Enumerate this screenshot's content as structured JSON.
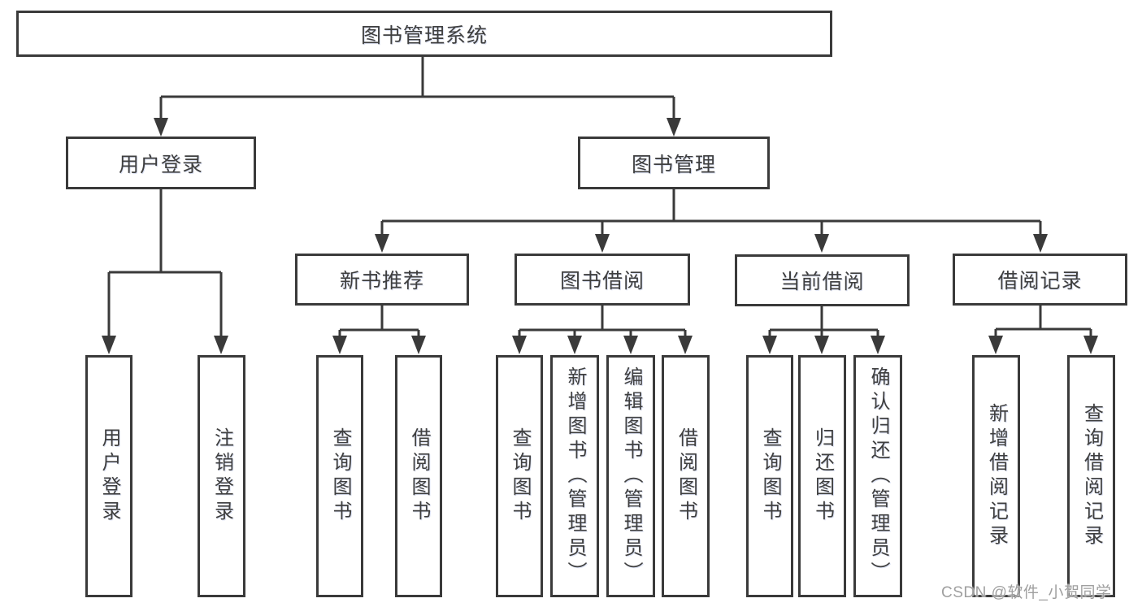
{
  "diagram_title": "图书管理系统",
  "nodes": {
    "root": {
      "label": "图书管理系统"
    },
    "user_login": {
      "label": "用户登录"
    },
    "book_mgmt": {
      "label": "图书管理"
    },
    "new_book_rec": {
      "label": "新书推荐"
    },
    "book_borrow": {
      "label": "图书借阅"
    },
    "current_borrow": {
      "label": "当前借阅"
    },
    "borrow_record": {
      "label": "借阅记录"
    },
    "leaf_user_login": {
      "label": "用户登录"
    },
    "leaf_logout": {
      "label": "注销登录"
    },
    "leaf_query_book_newbook": {
      "label": "查询图书"
    },
    "leaf_borrow_book_newbook": {
      "label": "借阅图书"
    },
    "leaf_query_book_borrow": {
      "label": "查询图书"
    },
    "leaf_add_book_admin": {
      "label": "新增图书（管理员）"
    },
    "leaf_edit_book_admin": {
      "label": "编辑图书（管理员）"
    },
    "leaf_borrow_book_borrow": {
      "label": "借阅图书"
    },
    "leaf_query_book_current": {
      "label": "查询图书"
    },
    "leaf_return_book": {
      "label": "归还图书"
    },
    "leaf_confirm_return_admin": {
      "label": "确认归还（管理员）"
    },
    "leaf_add_borrow_record": {
      "label": "新增借阅记录"
    },
    "leaf_query_borrow_record": {
      "label": "查询借阅记录"
    }
  },
  "hierarchy": {
    "图书管理系统": [
      "用户登录",
      "图书管理"
    ],
    "用户登录": [
      "用户登录",
      "注销登录"
    ],
    "图书管理": [
      "新书推荐",
      "图书借阅",
      "当前借阅",
      "借阅记录"
    ],
    "新书推荐": [
      "查询图书",
      "借阅图书"
    ],
    "图书借阅": [
      "查询图书",
      "新增图书（管理员）",
      "编辑图书（管理员）",
      "借阅图书"
    ],
    "当前借阅": [
      "查询图书",
      "归还图书",
      "确认归还（管理员）"
    ],
    "借阅记录": [
      "新增借阅记录",
      "查询借阅记录"
    ]
  },
  "watermark": "CSDN @软件_小贺同学",
  "colors": {
    "line": "#3a3a3a",
    "text": "#3f3f3f",
    "background": "#ffffff",
    "watermark": "#9f9f9f"
  }
}
